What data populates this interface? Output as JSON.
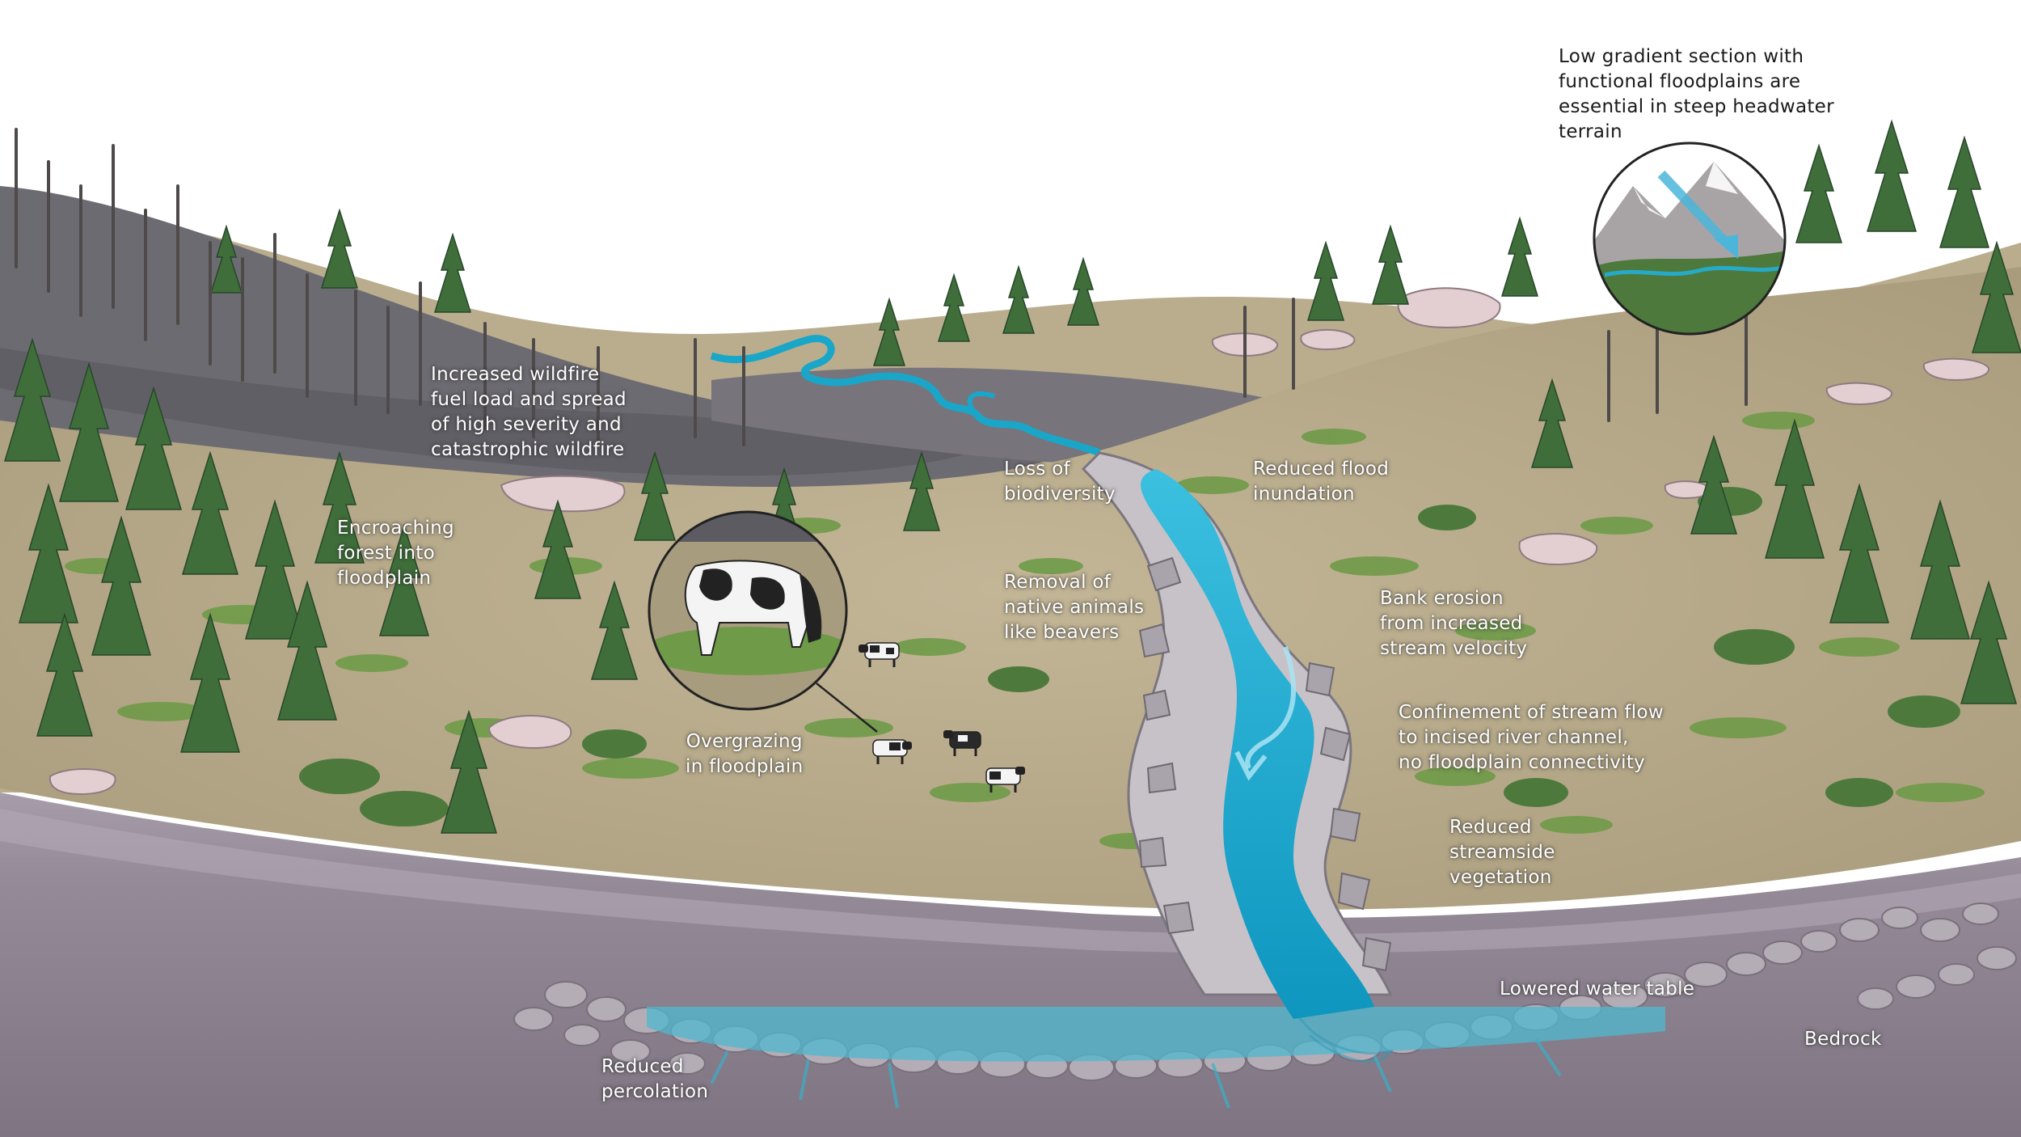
{
  "labels": {
    "wildfire": [
      "Increased wildfire",
      "fuel load and spread",
      "of high severity and",
      "catastrophic wildfire"
    ],
    "forest": [
      "Encroaching",
      "forest into",
      "floodplain"
    ],
    "biodiversity": [
      "Loss of",
      "biodiversity"
    ],
    "flood": [
      "Reduced flood",
      "inundation"
    ],
    "animals": [
      "Removal of",
      "native animals",
      "like beavers"
    ],
    "erosion": [
      "Bank erosion",
      "from increased",
      "stream velocity"
    ],
    "confinement": [
      "Confinement of stream flow",
      "to incised river channel,",
      "no floodplain connectivity"
    ],
    "overgrazing": [
      "Overgrazing",
      "in floodplain"
    ],
    "vegetation": [
      "Reduced",
      "streamside",
      "vegetation"
    ],
    "water_table": [
      "Lowered water table"
    ],
    "bedrock": [
      "Bedrock"
    ],
    "percolation": [
      "Reduced",
      "percolation"
    ],
    "headwater": [
      "Low gradient section with",
      "functional floodplains are",
      "essential in steep headwater",
      "terrain"
    ]
  },
  "colors": {
    "sky": "#ffffff",
    "meadow": "#b9ac8c",
    "grass": "#6f9a48",
    "burned_slope": "#6b6a70",
    "soil": "#8e8490",
    "soil_band": "#a49aa6",
    "stream": "#1aa6c9",
    "water_table": "#3aaec6",
    "rock": "#c9c4c9",
    "tree": "#3f6e3a",
    "snag": "#55504f"
  }
}
